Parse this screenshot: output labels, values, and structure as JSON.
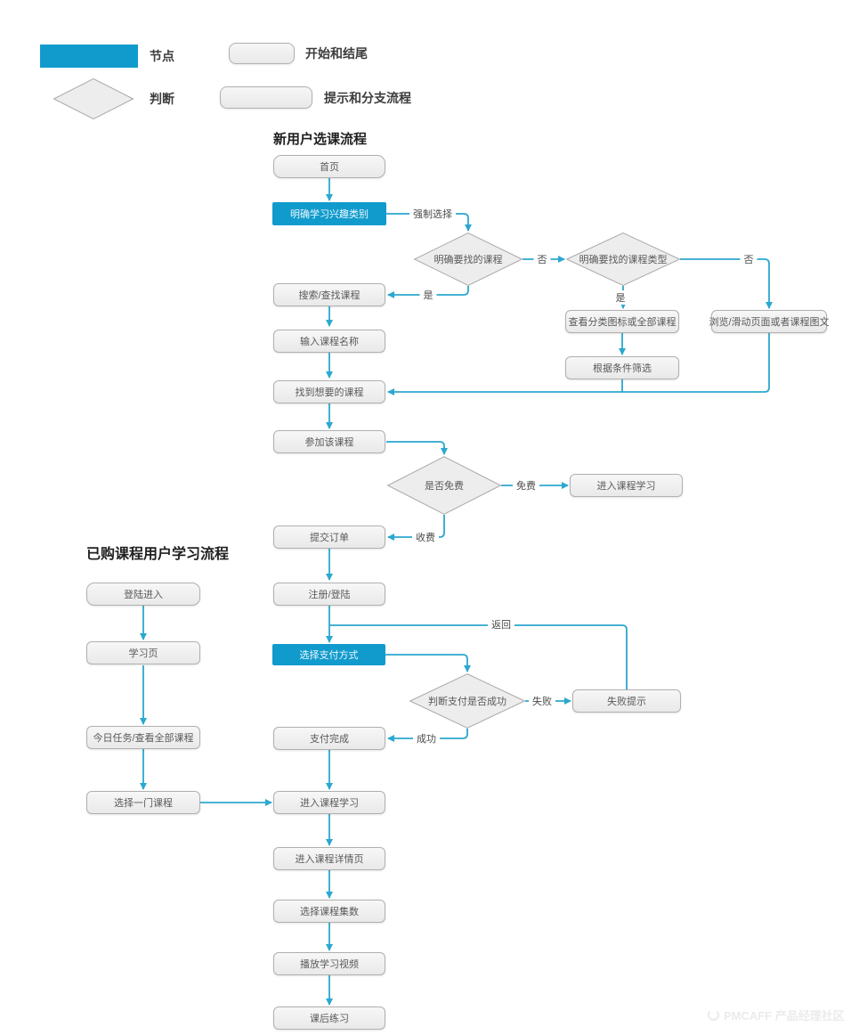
{
  "legend": {
    "node": "节点",
    "decision": "判断",
    "start_end": "开始和结尾",
    "branch": "提示和分支流程"
  },
  "titles": {
    "flow1": "新用户选课流程",
    "flow2": "已购课程用户学习流程"
  },
  "nodes": {
    "home": "首页",
    "interest": "明确学习兴趣类别",
    "search": "搜索/查找课程",
    "enter_name": "输入课程名称",
    "found": "找到想要的课程",
    "join": "参加该课程",
    "submit_order": "提交订单",
    "register": "注册/登陆",
    "payment_method": "选择支付方式",
    "payment_done": "支付完成",
    "enter_learning": "进入课程学习",
    "course_detail": "进入课程详情页",
    "episodes": "选择课程集数",
    "play_video": "播放学习视频",
    "practice": "课后练习",
    "view_category": "查看分类图标或全部课程",
    "filter": "根据条件筛选",
    "browse": "浏览/滑动页面或者课程图文",
    "free_learning": "进入课程学习",
    "fail_tip": "失败提示",
    "login": "登陆进入",
    "learn_page": "学习页",
    "today_tasks": "今日任务/查看全部课程",
    "choose_course": "选择一门课程"
  },
  "decisions": {
    "d1": "明确要找的课程",
    "d2": "明确要找的课程类型",
    "d3": "是否免费",
    "d4": "判断支付是否成功"
  },
  "edge_labels": {
    "force_select": "强制选择",
    "no1": "否",
    "yes1": "是",
    "no2": "否",
    "yes2": "是",
    "free": "免费",
    "paid": "收费",
    "back": "返回",
    "fail": "失败",
    "success": "成功"
  },
  "watermark": "PMCAFF 产品经理社区",
  "colors": {
    "accent": "#119bcd",
    "arrow": "#2ba8cf",
    "node_border": "#b0b0b0",
    "node_text": "#595959"
  }
}
